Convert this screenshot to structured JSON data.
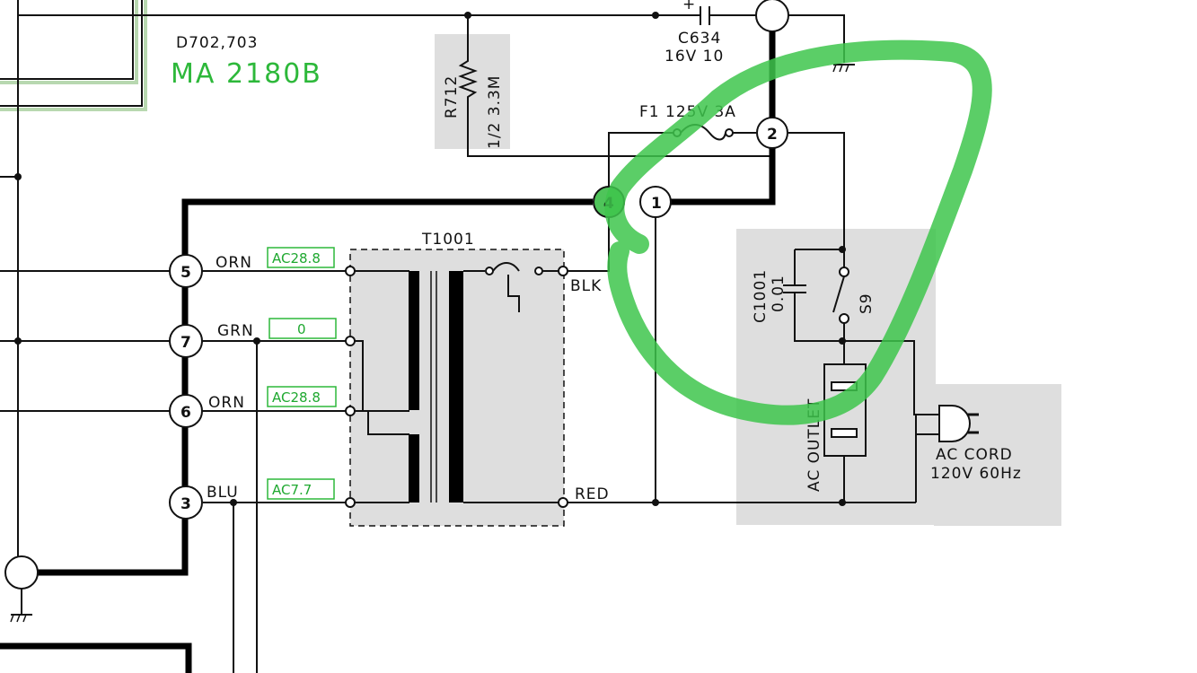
{
  "diode_part": {
    "ref": "D702,703",
    "model": "MA 2180B"
  },
  "resistor": {
    "ref": "R712",
    "value": "1/2 3.3M"
  },
  "capacitor_c634": {
    "ref": "C634",
    "value": "16V 10",
    "polarity": "+"
  },
  "fuse": {
    "label": "F1 125V 3A"
  },
  "transformer": {
    "ref": "T1001"
  },
  "capacitor_c1001": {
    "ref": "C1001",
    "value": "0.01"
  },
  "switch": {
    "ref": "S9"
  },
  "outlet": {
    "label": "AC OUTLET"
  },
  "ac_cord": {
    "line1": "AC CORD",
    "line2": "120V 60Hz"
  },
  "terminals": [
    "5",
    "7",
    "6",
    "3",
    "4",
    "1",
    "2"
  ],
  "wires": [
    {
      "color": "ORN",
      "voltage": "AC28.8"
    },
    {
      "color": "GRN",
      "voltage": "0"
    },
    {
      "color": "ORN",
      "voltage": "AC28.8"
    },
    {
      "color": "BLU",
      "voltage": "AC7.7"
    }
  ],
  "secondary_leads": {
    "top": "BLK",
    "bottom": "RED"
  },
  "colors": {
    "annotation": "#2db83a",
    "highlight": "#3ec64c"
  }
}
